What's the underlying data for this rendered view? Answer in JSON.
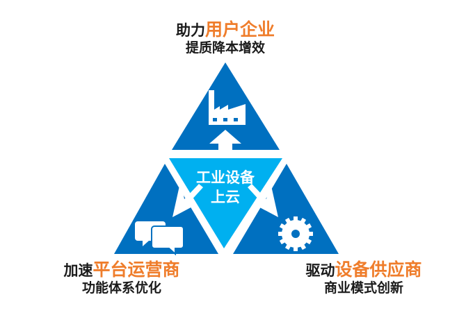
{
  "colors": {
    "dark_blue": "#0070c0",
    "light_blue": "#00b0f0",
    "accent_orange": "#ef7d2b",
    "text_dark": "#1a1a1a",
    "icon_white": "#ffffff"
  },
  "center": {
    "line1": "工业设备",
    "line2": "上云"
  },
  "top": {
    "prefix": "助力",
    "highlight": "用户企业",
    "subtitle": "提质降本增效",
    "icon": "factory-icon"
  },
  "left": {
    "prefix": "加速",
    "highlight": "平台运营商",
    "subtitle": "功能体系优化",
    "icon": "chat-bubbles-icon"
  },
  "right": {
    "prefix": "驱动",
    "highlight": "设备供应商",
    "subtitle": "商业模式创新",
    "icon": "gear-icon"
  }
}
